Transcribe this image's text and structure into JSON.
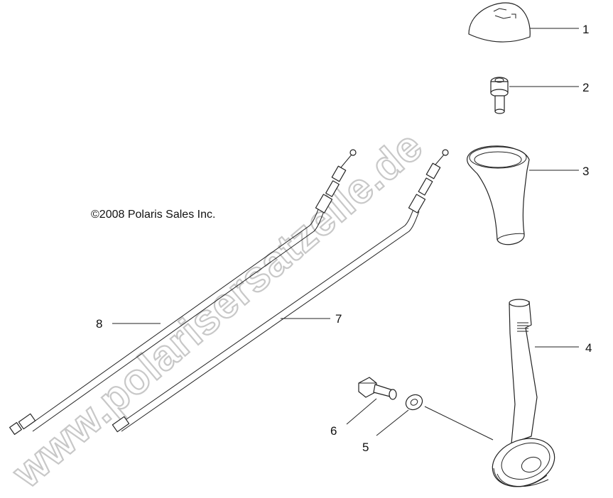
{
  "copyright": "©2008 Polaris Sales Inc.",
  "watermark": "www.polarisersatzeile.de",
  "callouts": {
    "c1": "1",
    "c2": "2",
    "c3": "3",
    "c4": "4",
    "c5": "5",
    "c6": "6",
    "c7": "7",
    "c8": "8"
  }
}
